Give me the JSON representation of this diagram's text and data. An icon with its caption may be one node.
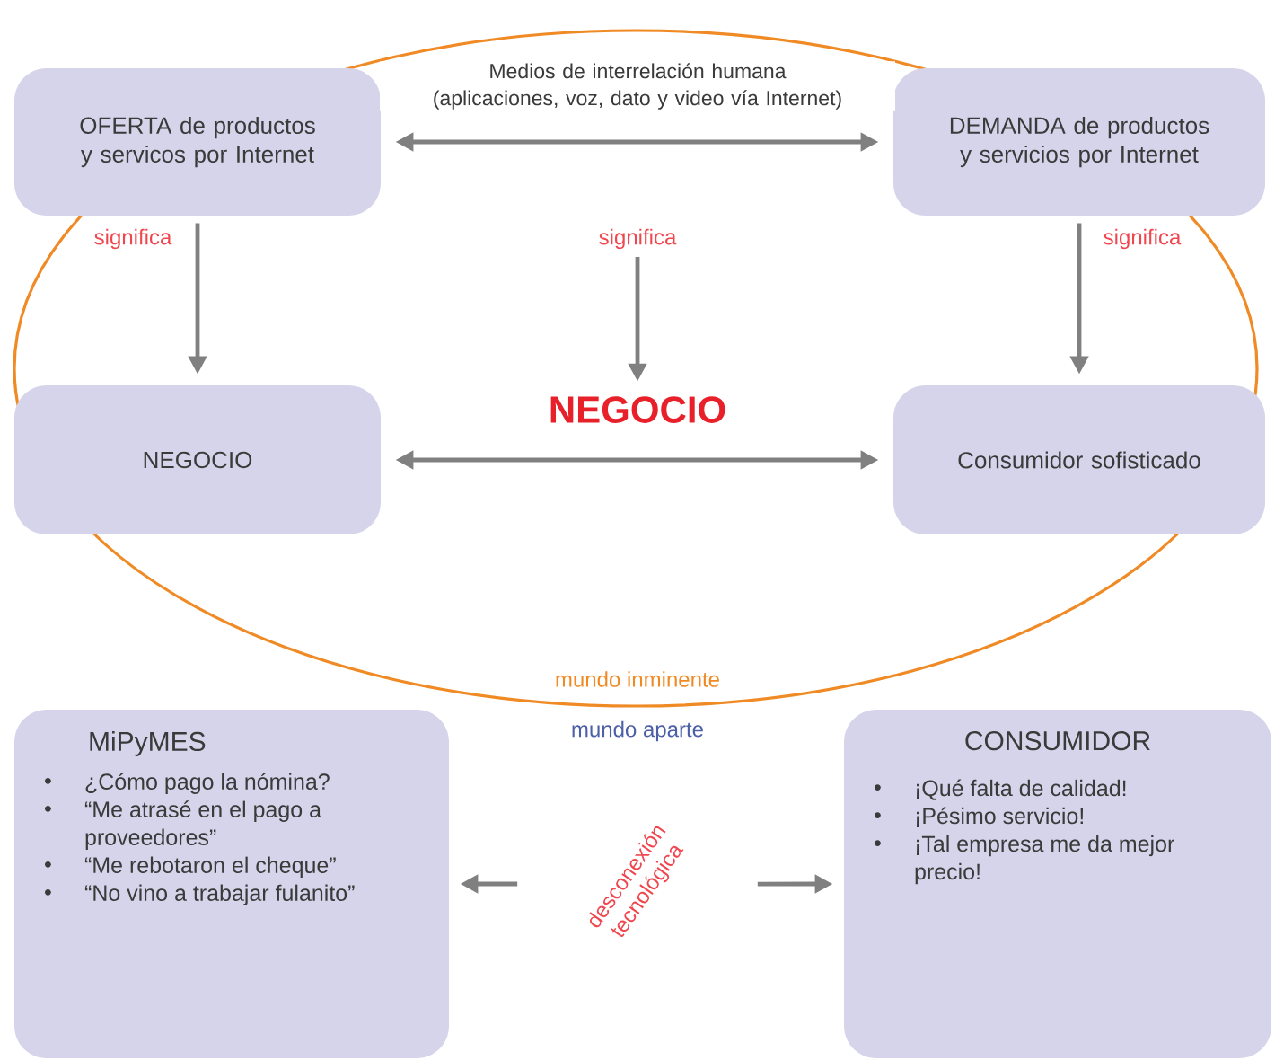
{
  "diagram": {
    "nodes": [
      {
        "text": [
          "OFERTA de productos y servicos por Internet"
        ]
      },
      {
        "text": [
          "DEMANDA de productos y servicios por Internet"
        ]
      },
      {
        "text": [
          "NEGOCIO"
        ]
      },
      {
        "text": [
          "NEGOCIO"
        ]
      },
      {
        "text": [
          "Consumidor sofisticado"
        ]
      },
      {
        "text": [
          "MiPyMES",
          "¿Cómo pago la nómina?",
          "“Me atrasé en el pago a proveedores”",
          "“Me rebotaron el cheque”",
          "“No vino a trabajar fulanito”"
        ]
      },
      {
        "text": [
          "desconexión tecnológica"
        ]
      },
      {
        "text": [
          "CONSUMIDOR",
          "¡Qué falta de calidad!",
          "¡Pésimo servicio!",
          "¡Tal empresa me da mejor precio!"
        ]
      }
    ],
    "edges": [
      {
        "from": 0,
        "to": 1,
        "arrow": "both",
        "label": "Medios de interrelación humana (aplicaciones, voz, dato y video vía Internet)"
      },
      {
        "from": 0,
        "to": 3,
        "arrow": "to",
        "label": "significa"
      },
      {
        "from": null,
        "to": 2,
        "arrow": "to",
        "label": "significa"
      },
      {
        "from": 1,
        "to": 4,
        "arrow": "to",
        "label": "significa"
      },
      {
        "from": 3,
        "to": 4,
        "arrow": "both"
      },
      {
        "from": 6,
        "to": 5,
        "arrow": "to"
      },
      {
        "from": 6,
        "to": 7,
        "arrow": "to"
      }
    ],
    "labels": [
      "mundo inminente",
      "mundo aparte"
    ]
  }
}
